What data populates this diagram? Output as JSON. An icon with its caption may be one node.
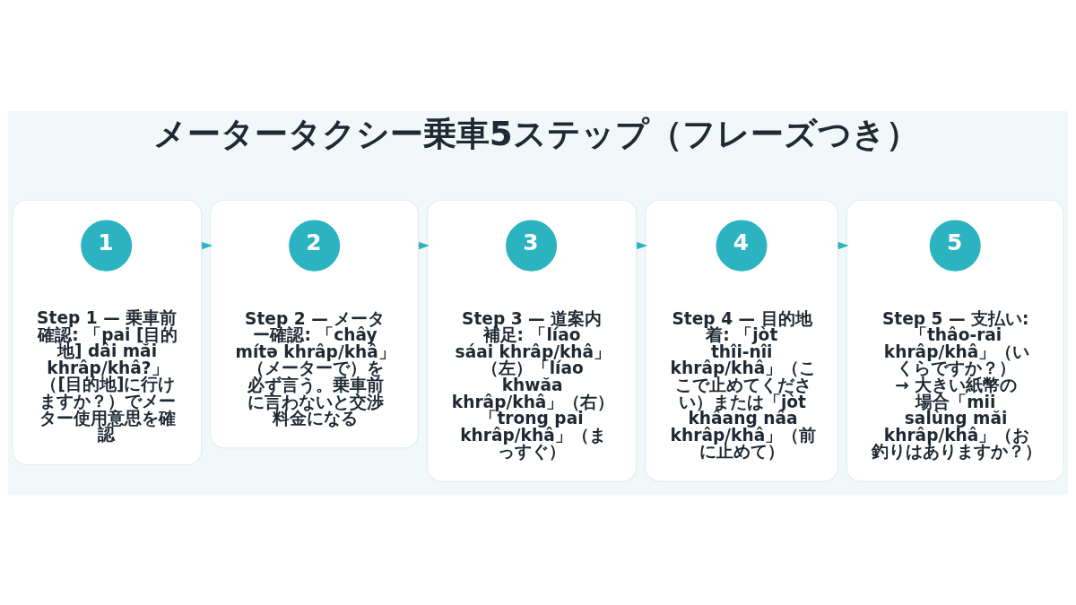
{
  "diagram": {
    "title": "メータータクシー乗車5ステップ（フレーズつき）",
    "nodes": [
      {
        "text": [
          "Step 1 — 乗車前確認: 「pai [目的地] dâi măi khrâp/khâ?」（[目的地]に行けますか？）でメーター使用意思を確認"
        ]
      },
      {
        "text": [
          "1"
        ],
        "in": 0
      },
      {
        "text": [
          "Step 2 — メーター確認: 「chây mítə khrâp/khâ」（メーターで）を必ず言う。乗車前に言わないと交渉料金になる"
        ]
      },
      {
        "text": [
          "2"
        ],
        "in": 2
      },
      {
        "text": [
          "Step 3 — 道案内補足: 「líao sáai khrâp/khâ」（左）「líao khwăa khrâp/khâ」（右）「trong pai khrâp/khâ」（まっすぐ）"
        ]
      },
      {
        "text": [
          "3"
        ],
        "in": 4
      },
      {
        "text": [
          "Step 4 — 目的地着: 「jòt thîi-nîi khrâp/khâ」（ここで止めてください）または「jòt khâang nâa khrâp/khâ」（前に止めて）"
        ]
      },
      {
        "text": [
          "4"
        ],
        "in": 6
      },
      {
        "text": [
          "Step 5 — 支払い: 「thâo-rai khrâp/khâ」（いくらですか？） → 大きい紙幣の場合「mii salùng măi khrâp/khâ」（お釣りはありますか？）"
        ]
      },
      {
        "text": [
          "5"
        ],
        "in": 8
      }
    ],
    "edges": [
      {
        "from": 0,
        "to": 2,
        "arrow": "to"
      },
      {
        "from": 2,
        "to": 4,
        "arrow": "to"
      },
      {
        "from": 4,
        "to": 6,
        "arrow": "to"
      },
      {
        "from": 6,
        "to": 8,
        "arrow": "to"
      }
    ]
  }
}
